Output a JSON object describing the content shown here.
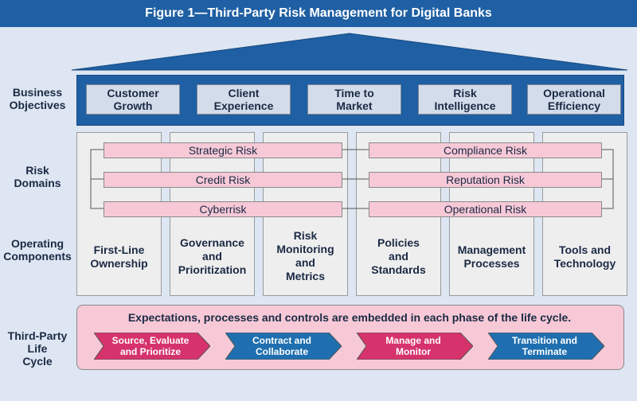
{
  "title": "Figure 1—Third-Party Risk Management for Digital Banks",
  "row_labels": {
    "objectives": "Business Objectives",
    "domains": "Risk Domains",
    "components": "Operating Components",
    "lifecycle": "Third-Party Life Cycle"
  },
  "objectives": [
    {
      "line1": "Customer",
      "line2": "Growth"
    },
    {
      "line1": "Client",
      "line2": "Experience"
    },
    {
      "line1": "Time to",
      "line2": "Market"
    },
    {
      "line1": "Risk",
      "line2": "Intelligence"
    },
    {
      "line1": "Operational",
      "line2": "Efficiency"
    }
  ],
  "risks": {
    "strategic": "Strategic Risk",
    "compliance": "Compliance Risk",
    "credit": "Credit Risk",
    "reputation": "Reputation Risk",
    "cyber": "Cyberrisk",
    "operational": "Operational Risk"
  },
  "components": [
    {
      "lines": [
        "First-Line",
        "Ownership"
      ]
    },
    {
      "lines": [
        "Governance",
        "and",
        "Prioritization"
      ]
    },
    {
      "lines": [
        "Risk",
        "Monitoring",
        "and",
        "Metrics"
      ]
    },
    {
      "lines": [
        "Policies",
        "and",
        "Standards"
      ]
    },
    {
      "lines": [
        "Management",
        "Processes"
      ]
    },
    {
      "lines": [
        "Tools and",
        "Technology"
      ]
    }
  ],
  "lifecycle": {
    "statement": "Expectations, processes and controls are embedded in each phase of the life cycle.",
    "phases": [
      {
        "line1": "Source, Evaluate",
        "line2": "and Prioritize",
        "color": "#d6336c"
      },
      {
        "line1": "Contract and",
        "line2": "Collaborate",
        "color": "#1f6fb0"
      },
      {
        "line1": "Manage and",
        "line2": "Monitor",
        "color": "#d6336c"
      },
      {
        "line1": "Transition and",
        "line2": "Terminate",
        "color": "#1f6fb0"
      }
    ]
  },
  "colors": {
    "header_blue": "#1f5fa3",
    "panel_bg": "#dde6f2",
    "risk_pink": "#f7c9d7",
    "chevron_pink": "#d6336c",
    "chevron_blue": "#1f6fb0"
  }
}
